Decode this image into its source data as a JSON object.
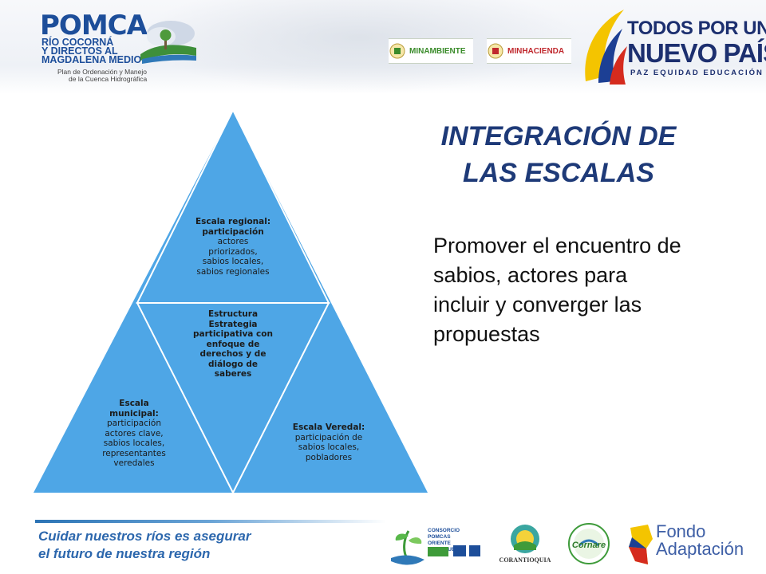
{
  "header": {
    "pomca": {
      "title": "POMCA",
      "subtitle_lines": [
        "RÍO COCORNÁ",
        "Y DIRECTOS AL",
        "MAGDALENA MEDIO"
      ],
      "plan_lines": [
        "Plan de Ordenación y Manejo",
        "de la Cuenca Hidrográfica"
      ]
    },
    "ministries": [
      {
        "label": "MINAMBIENTE",
        "color": "#3a8b2a"
      },
      {
        "label": "MINHACIENDA",
        "color": "#c0282d"
      }
    ],
    "todos": {
      "line1": "TODOS POR UN",
      "line2": "NUEVO PAÍS",
      "line3": "PAZ  EQUIDAD  EDUCACIÓN"
    }
  },
  "slide": {
    "title_lines": [
      "INTEGRACIÓN DE",
      "LAS ESCALAS"
    ],
    "body_lines": [
      "Promover el encuentro de",
      "sabios, actores para",
      "incluir y converger las",
      "propuestas"
    ]
  },
  "pyramid": {
    "fill_color": "#4ea6e6",
    "top": {
      "heading_lines": [
        "Escala regional:",
        "participación"
      ],
      "text_lines": [
        "actores",
        "priorizados,",
        "sabios locales,",
        "sabios regionales"
      ]
    },
    "center": {
      "heading_lines": [
        "Estructura",
        "Estrategia",
        "participativa con",
        "enfoque de",
        "derechos  y de",
        "diálogo de",
        "saberes"
      ]
    },
    "left": {
      "heading_lines": [
        "Escala",
        "municipal:"
      ],
      "text_lines": [
        "participación",
        "actores clave,",
        "sabios locales,",
        "representantes",
        "veredales"
      ]
    },
    "right": {
      "heading": "Escala Veredal:",
      "text_lines": [
        "participación de",
        "sabios locales,",
        "pobladores"
      ]
    }
  },
  "footer": {
    "slogan_lines": [
      "Cuidar nuestros ríos es asegurar",
      "el futuro de nuestra región"
    ],
    "logos": {
      "consorcio_lines": [
        "CONSORCIO POMCAS",
        "ORIENTE ANTIOQUEÑO"
      ],
      "corantioquia": "CORANTIOQUIA",
      "cornare": "Cornare",
      "fondo_lines": [
        "Fondo",
        "Adaptación"
      ]
    }
  },
  "colors": {
    "title": "#1e3a78",
    "brand_blue": "#1d4e9a",
    "slogan": "#2c67ad",
    "todos_blue": "#1c2f6f",
    "flag_yellow": "#f4c400",
    "flag_red": "#d52b1e"
  }
}
